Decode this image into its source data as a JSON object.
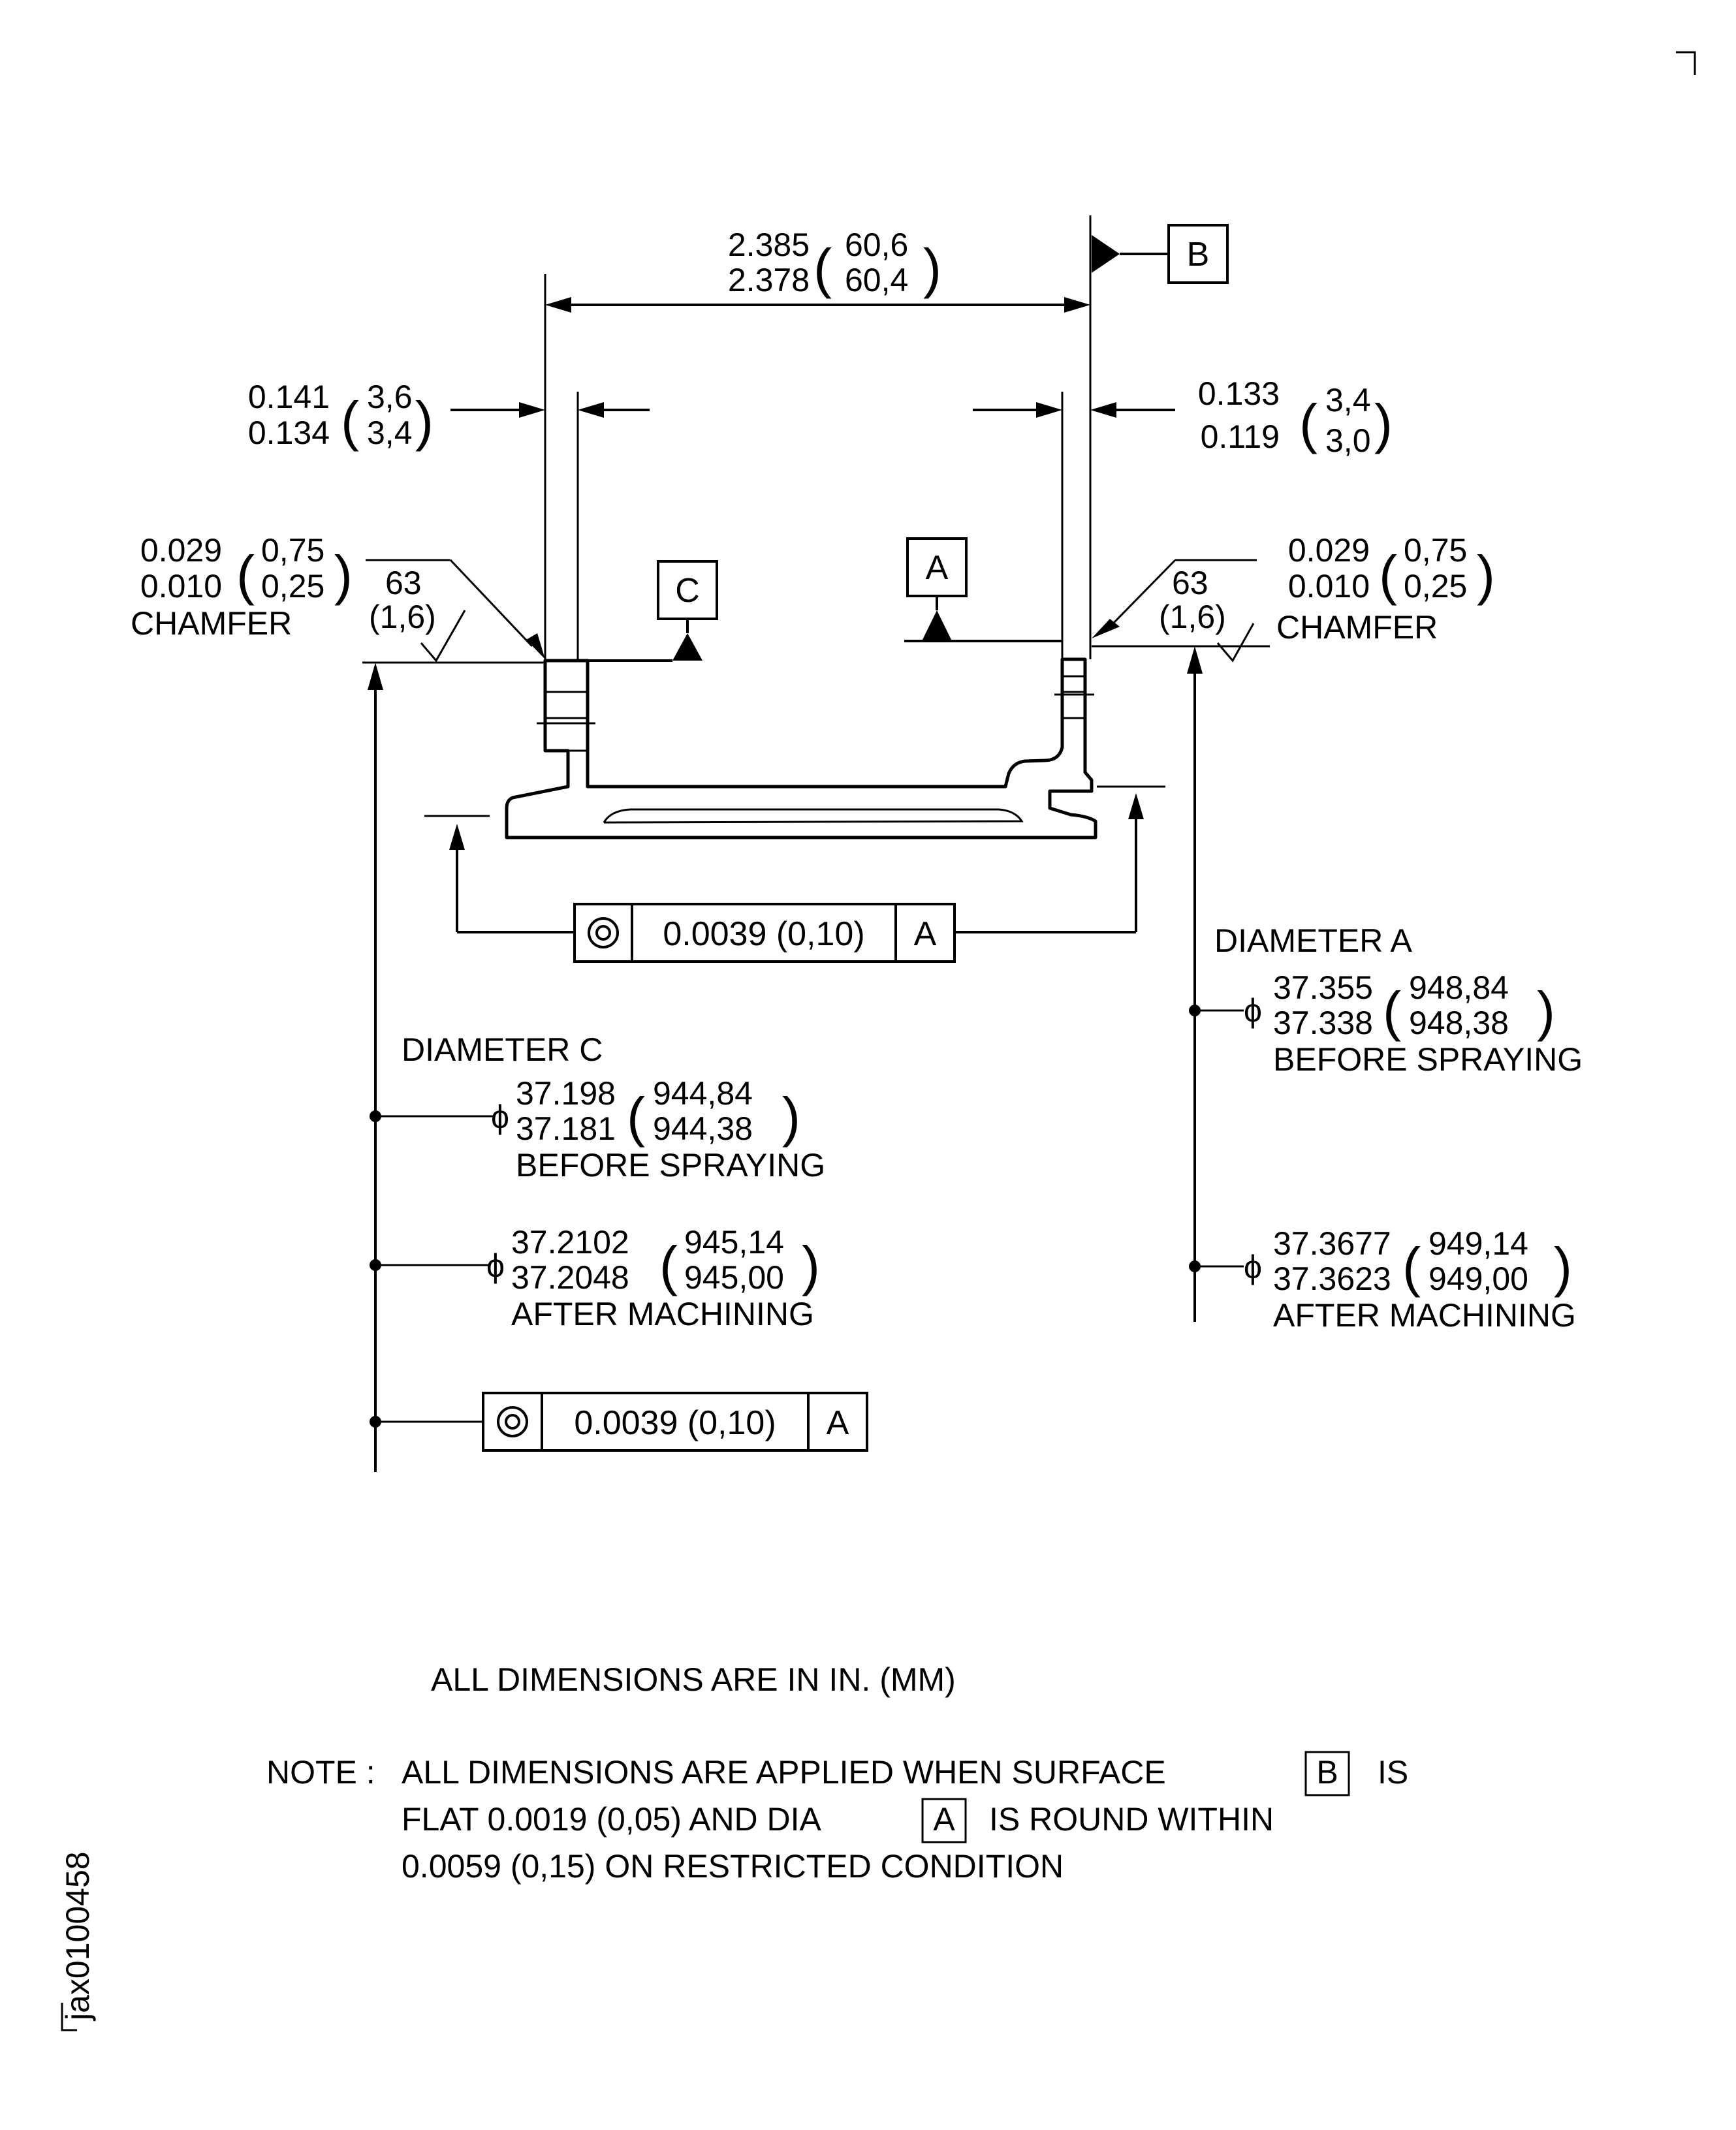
{
  "title_block": {
    "figure_id": "jax0100458"
  },
  "datums": {
    "a": "A",
    "b": "B",
    "c": "C"
  },
  "overall_width": {
    "max": "2.385",
    "min": "2.378",
    "max_mm": "60,6",
    "min_mm": "60,4"
  },
  "left_wall": {
    "max": "0.141",
    "min": "0.134",
    "max_mm": "3,6",
    "min_mm": "3,4"
  },
  "right_wall": {
    "max": "0.133",
    "min": "0.119",
    "max_mm": "3,4",
    "min_mm": "3,0"
  },
  "left_chamfer": {
    "max": "0.029",
    "min": "0.010",
    "max_mm": "0,75",
    "min_mm": "0,25",
    "label": "CHAMFER",
    "finish": "63",
    "finish_mm": "(1,6)"
  },
  "right_chamfer": {
    "max": "0.029",
    "min": "0.010",
    "max_mm": "0,75",
    "min_mm": "0,25",
    "label": "CHAMFER",
    "finish": "63",
    "finish_mm": "(1,6)"
  },
  "concentricity_upper": {
    "tolerance": "0.0039 (0,10)",
    "datum": "A"
  },
  "concentricity_lower": {
    "tolerance": "0.0039 (0,10)",
    "datum": "A"
  },
  "diameter_a": {
    "label": "DIAMETER A",
    "symbol": "ϕ",
    "before": {
      "max": "37.355",
      "min": "37.338",
      "max_mm": "948,84",
      "min_mm": "948,38",
      "note": "BEFORE SPRAYING"
    },
    "after": {
      "max": "37.3677",
      "min": "37.3623",
      "max_mm": "949,14",
      "min_mm": "949,00",
      "note": "AFTER MACHINING"
    }
  },
  "diameter_c": {
    "label": "DIAMETER C",
    "symbol": "ϕ",
    "before": {
      "max": "37.198",
      "min": "37.181",
      "max_mm": "944,84",
      "min_mm": "944,38",
      "note": "BEFORE SPRAYING"
    },
    "after": {
      "max": "37.2102",
      "min": "37.2048",
      "max_mm": "945,14",
      "min_mm": "945,00",
      "note": "AFTER MACHINING"
    }
  },
  "units_note": "ALL DIMENSIONS ARE IN IN. (MM)",
  "note": {
    "prefix": "NOTE :",
    "line1_a": "ALL DIMENSIONS ARE APPLIED WHEN SURFACE",
    "line1_box": "B",
    "line1_b": "IS",
    "line2_a": "FLAT 0.0019 (0,05) AND DIA",
    "line2_box": "A",
    "line2_b": "IS ROUND WITHIN",
    "line3": "0.0059 (0,15) ON RESTRICTED CONDITION"
  }
}
